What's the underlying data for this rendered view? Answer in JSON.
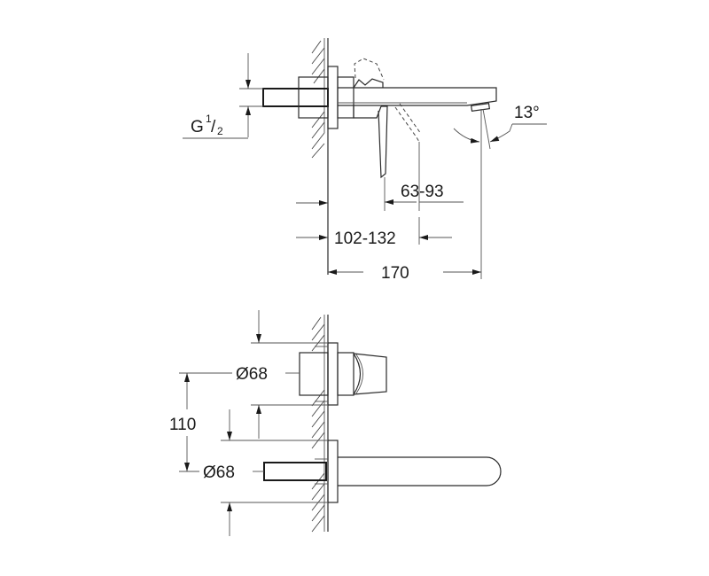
{
  "drawing": {
    "title": "Two-hole wall-mounted basin mixer dimension drawing",
    "side_view": {
      "thread_label": {
        "prefix": "G",
        "superscript": "1",
        "slash": "/",
        "subscript": "2"
      },
      "angle_label": "13°",
      "dim_handle_offset": "63-93",
      "dim_wall_projection": "102-132",
      "dim_spout_length": "170"
    },
    "top_view": {
      "rosette_top_diameter": "Ø68",
      "rosette_bottom_diameter": "Ø68",
      "center_distance": "110"
    }
  }
}
